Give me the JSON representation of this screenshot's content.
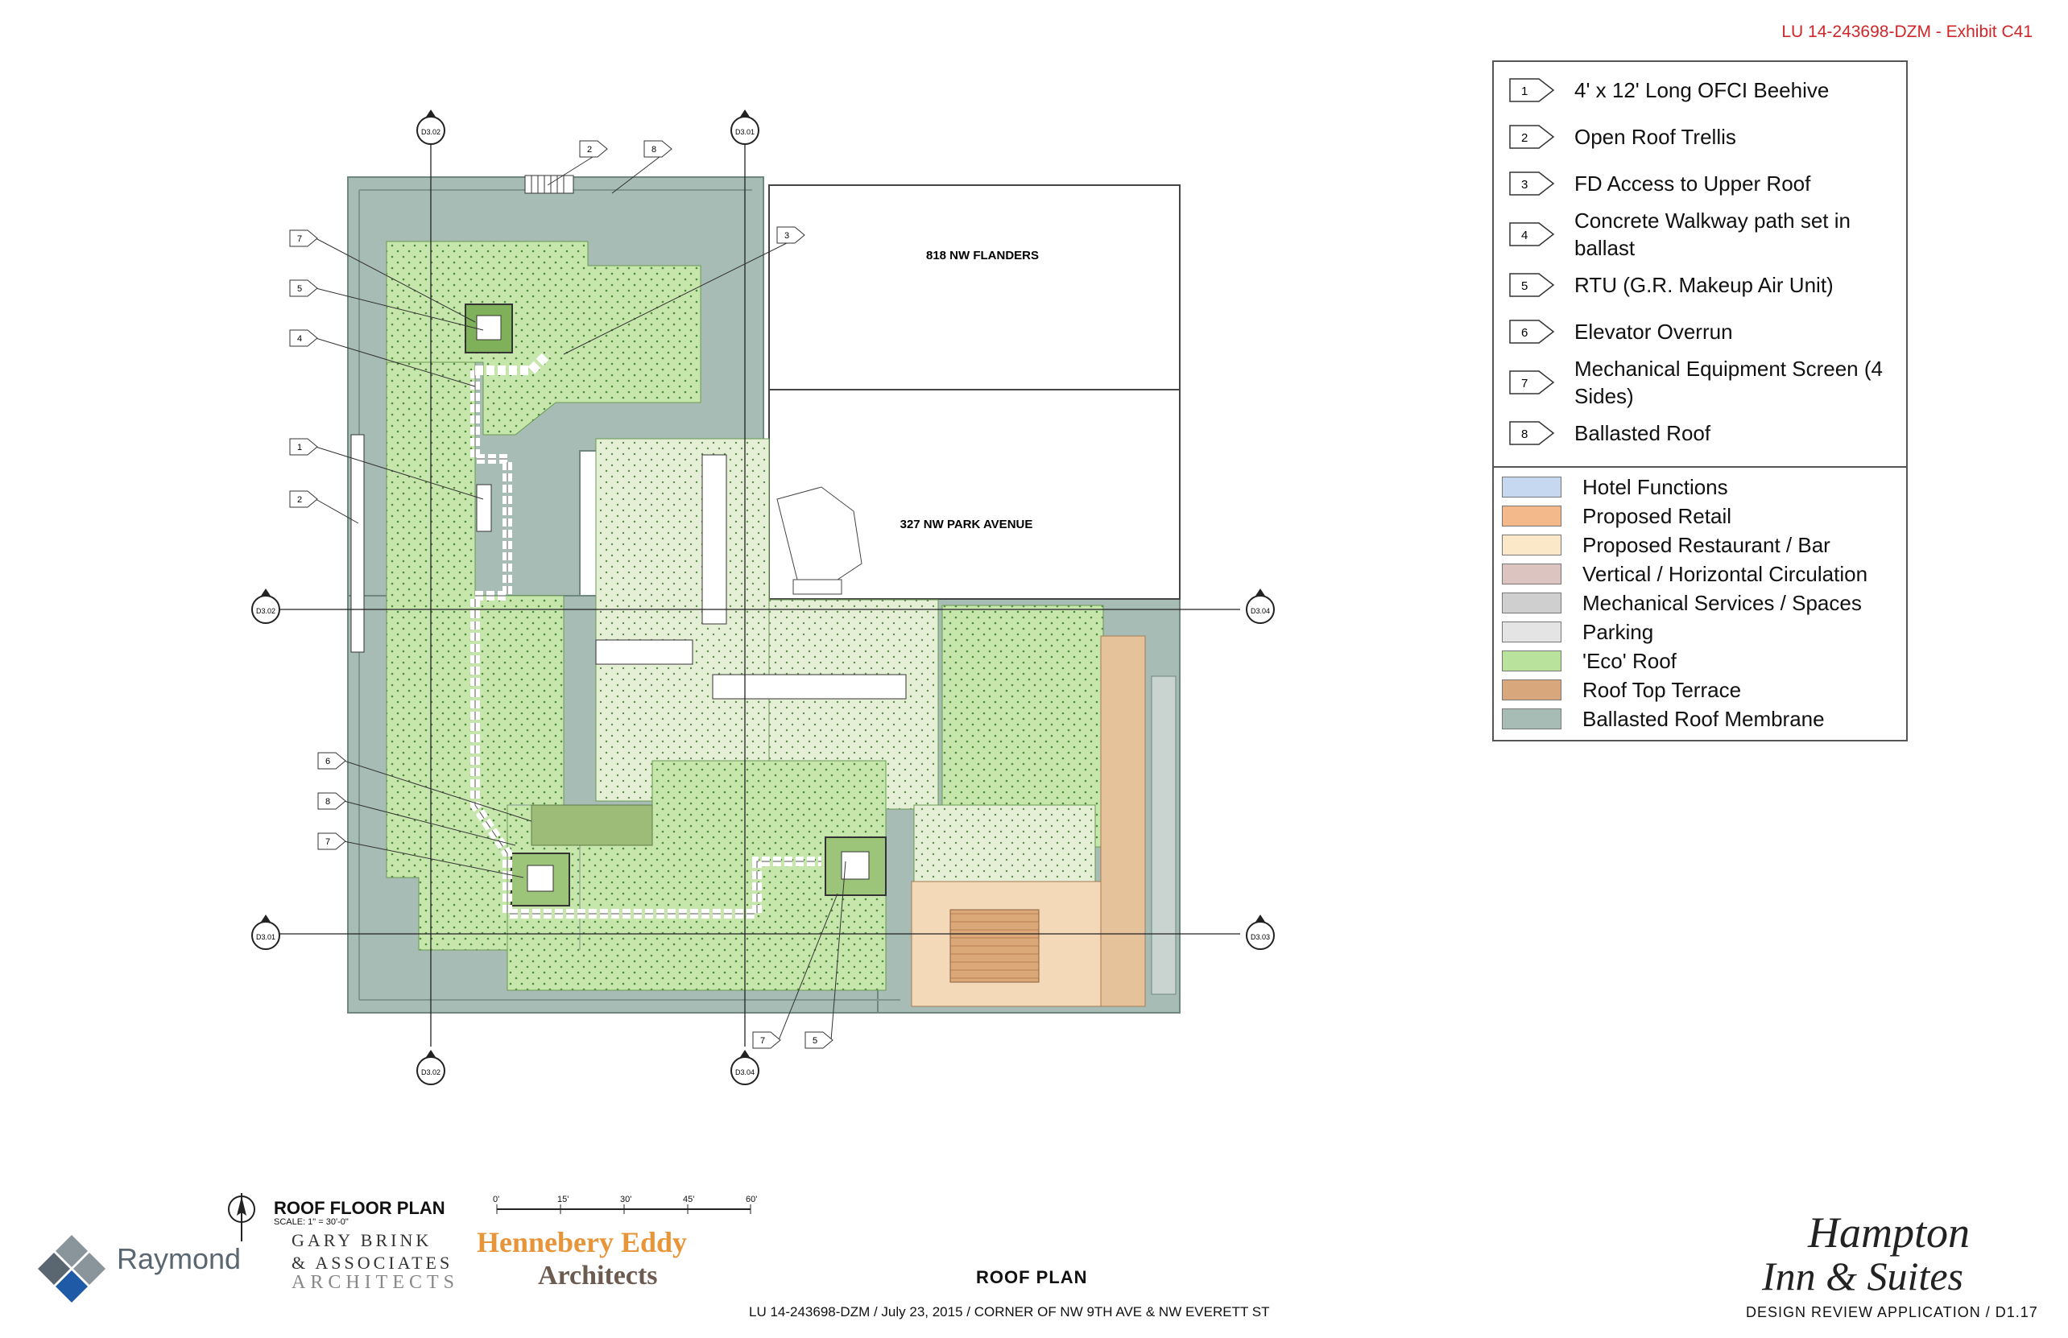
{
  "exhibit_label": "LU 14-243698-DZM  -  Exhibit C41",
  "legend": {
    "keynotes": [
      {
        "num": "1",
        "label": "4' x 12' Long OFCI Beehive"
      },
      {
        "num": "2",
        "label": "Open Roof Trellis"
      },
      {
        "num": "3",
        "label": "FD Access to Upper Roof"
      },
      {
        "num": "4",
        "label": "Concrete Walkway path set in ballast"
      },
      {
        "num": "5",
        "label": "RTU (G.R. Makeup Air Unit)"
      },
      {
        "num": "6",
        "label": "Elevator Overrun"
      },
      {
        "num": "7",
        "label": "Mechanical Equipment Screen (4 Sides)"
      },
      {
        "num": "8",
        "label": "Ballasted Roof"
      }
    ],
    "materials": [
      {
        "label": "Hotel Functions",
        "color": "#c5d8f0"
      },
      {
        "label": "Proposed Retail",
        "color": "#f4b98a"
      },
      {
        "label": "Proposed Restaurant / Bar",
        "color": "#fbe8c8"
      },
      {
        "label": "Vertical / Horizontal Circulation",
        "color": "#dcc4c0"
      },
      {
        "label": "Mechanical Services / Spaces",
        "color": "#cfcfcf"
      },
      {
        "label": "Parking",
        "color": "#e4e4e4"
      },
      {
        "label": "'Eco' Roof",
        "color": "#b9e29c"
      },
      {
        "label": "Roof Top Terrace",
        "color": "#d9a77c"
      },
      {
        "label": "Ballasted Roof Membrane",
        "color": "#a6bcb4"
      }
    ]
  },
  "plan": {
    "neighbor_1": "818 NW FLANDERS",
    "neighbor_2": "327 NW PARK AVENUE",
    "grid_tags": [
      "D3.02",
      "D3.01",
      "D3.02",
      "D3.04",
      "D3.01",
      "D3.03",
      "D3.02",
      "D3.04"
    ]
  },
  "title_block": {
    "drawing_title": "ROOF FLOOR PLAN",
    "scale_text": "SCALE: 1\" = 30'-0\"",
    "scale_marks": [
      "0'",
      "15'",
      "30'",
      "45'",
      "60'"
    ],
    "firm_1": "Raymond",
    "firm_2_line1": "GARY BRINK",
    "firm_2_line2": "& ASSOCIATES",
    "firm_2_line3": "ARCHITECTS",
    "firm_3_line1": "Hennebery Eddy",
    "firm_3_line2": "Architects",
    "sheet_title": "ROOF PLAN",
    "footer": "LU 14-243698-DZM / July 23, 2015 / CORNER OF NW 9TH  AVE  & NW EVERETT ST",
    "brand_line1": "Hampton",
    "brand_line2": "Inn & Suites",
    "sheet_ref": "DESIGN REVIEW APPLICATION  /  D1.17"
  },
  "colors": {
    "ballast": "#a6bcb4",
    "eco": "#b9e29c",
    "terrace": "#d9a77c",
    "accent_red": "#d0262a"
  }
}
